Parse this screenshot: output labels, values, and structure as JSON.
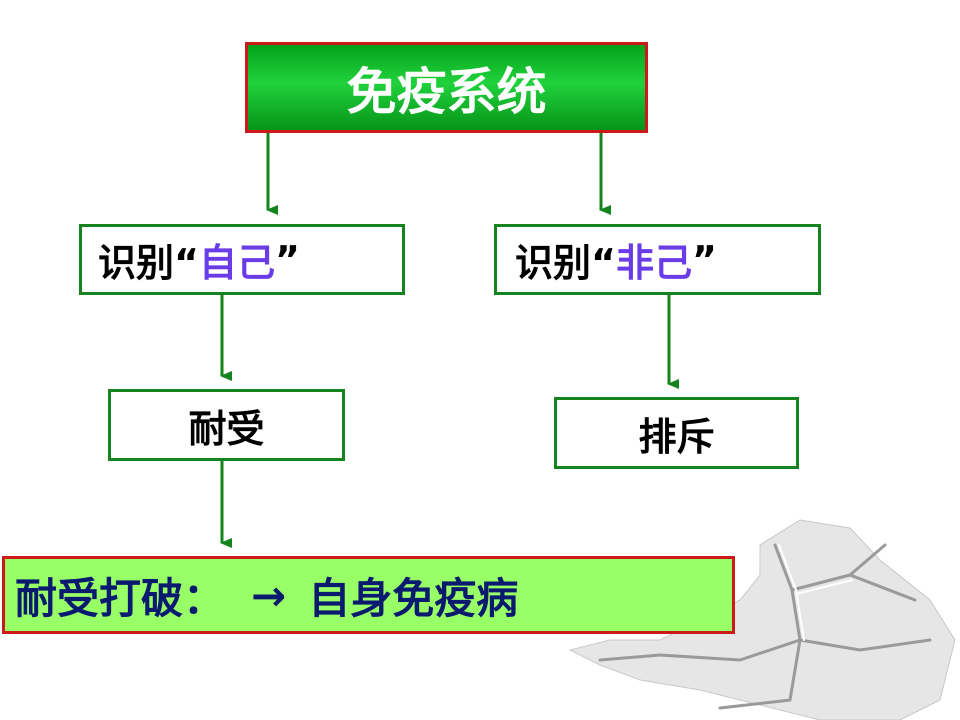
{
  "diagram": {
    "title": "免疫系统",
    "left_branch": {
      "prefix": "识别“",
      "highlight": "自己",
      "suffix": "”",
      "result": "耐受"
    },
    "right_branch": {
      "prefix": "识别“",
      "highlight": "非己",
      "suffix": "”",
      "result": "排斥"
    },
    "bottom": {
      "cause": "耐受打破：",
      "arrow": "→",
      "effect": "自身免疫病"
    }
  },
  "colors": {
    "title_fill": "#1cc634",
    "title_border": "#cc1a1a",
    "node_border": "#16841e",
    "arrow": "#16841e",
    "highlight_text": "#6a3ce8",
    "bottom_fill": "#99ff66",
    "bottom_text": "#0a1a6e"
  }
}
